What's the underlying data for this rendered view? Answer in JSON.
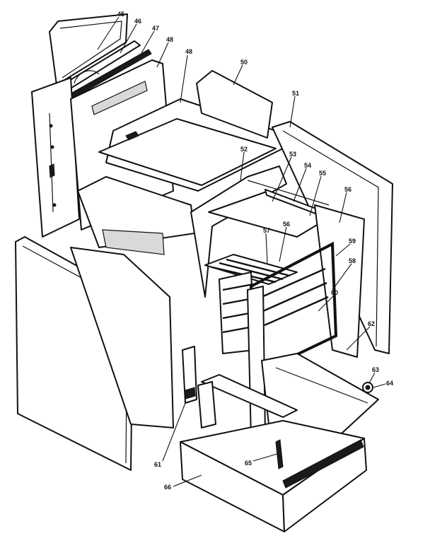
{
  "callouts": [
    {
      "id": "c45",
      "label": "45"
    },
    {
      "id": "c46",
      "label": "46"
    },
    {
      "id": "c47",
      "label": "47"
    },
    {
      "id": "c48a",
      "label": "48"
    },
    {
      "id": "c48b",
      "label": "48"
    },
    {
      "id": "c50",
      "label": "50"
    },
    {
      "id": "c51",
      "label": "51"
    },
    {
      "id": "c52",
      "label": "52"
    },
    {
      "id": "c53",
      "label": "53"
    },
    {
      "id": "c54",
      "label": "54"
    },
    {
      "id": "c55",
      "label": "55"
    },
    {
      "id": "c56a",
      "label": "56"
    },
    {
      "id": "c57",
      "label": "57"
    },
    {
      "id": "c56b",
      "label": "56"
    },
    {
      "id": "c59",
      "label": "59"
    },
    {
      "id": "c58",
      "label": "58"
    },
    {
      "id": "c60",
      "label": "60"
    },
    {
      "id": "c62",
      "label": "62"
    },
    {
      "id": "c63",
      "label": "63"
    },
    {
      "id": "c64",
      "label": "64"
    },
    {
      "id": "c61",
      "label": "61"
    },
    {
      "id": "c65",
      "label": "65"
    },
    {
      "id": "c66",
      "label": "66"
    }
  ],
  "colors": {
    "ink": "#111111",
    "paper": "#ffffff"
  }
}
